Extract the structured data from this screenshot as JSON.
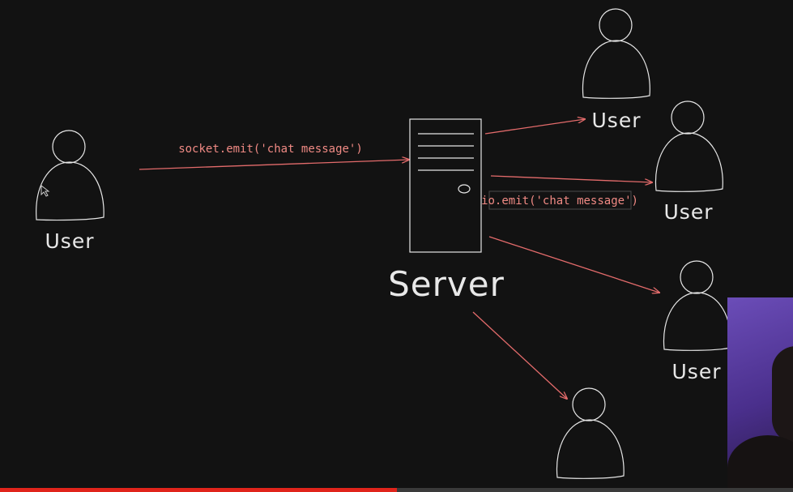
{
  "diagram": {
    "sender": {
      "label": "User"
    },
    "server": {
      "label": "Server"
    },
    "emit_to_server": "socket.emit('chat message')",
    "emit_to_clients": "io.emit('chat message')",
    "receivers": [
      {
        "label": "User"
      },
      {
        "label": "User"
      },
      {
        "label": "User"
      },
      {
        "label": ""
      }
    ]
  },
  "colors": {
    "background": "#121212",
    "arrow": "#e36b6b",
    "message_text": "#f08a84",
    "outline": "#e6e6e6"
  },
  "video": {
    "progress_fraction": 0.5
  }
}
